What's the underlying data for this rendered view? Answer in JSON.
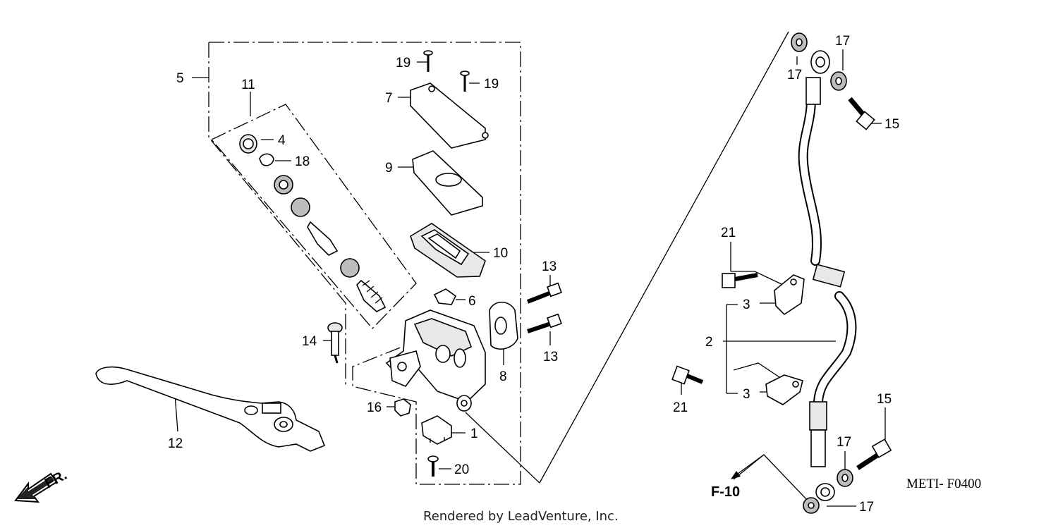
{
  "diagram": {
    "callouts": {
      "c1": "1",
      "c2": "2",
      "c3a": "3",
      "c3b": "3",
      "c4": "4",
      "c5": "5",
      "c6": "6",
      "c7": "7",
      "c8": "8",
      "c9": "9",
      "c10": "10",
      "c11": "11",
      "c12": "12",
      "c13a": "13",
      "c13b": "13",
      "c14": "14",
      "c15a": "15",
      "c15b": "15",
      "c16": "16",
      "c17a": "17",
      "c17b": "17",
      "c17c": "17",
      "c17d": "17",
      "c18": "18",
      "c19a": "19",
      "c19b": "19",
      "c20": "20",
      "c21a": "21",
      "c21b": "21"
    },
    "front_label": "FR.",
    "ref_label": "F-10",
    "diagram_code": "METI- F0400",
    "credit": "Rendered by LeadVenture, Inc."
  }
}
